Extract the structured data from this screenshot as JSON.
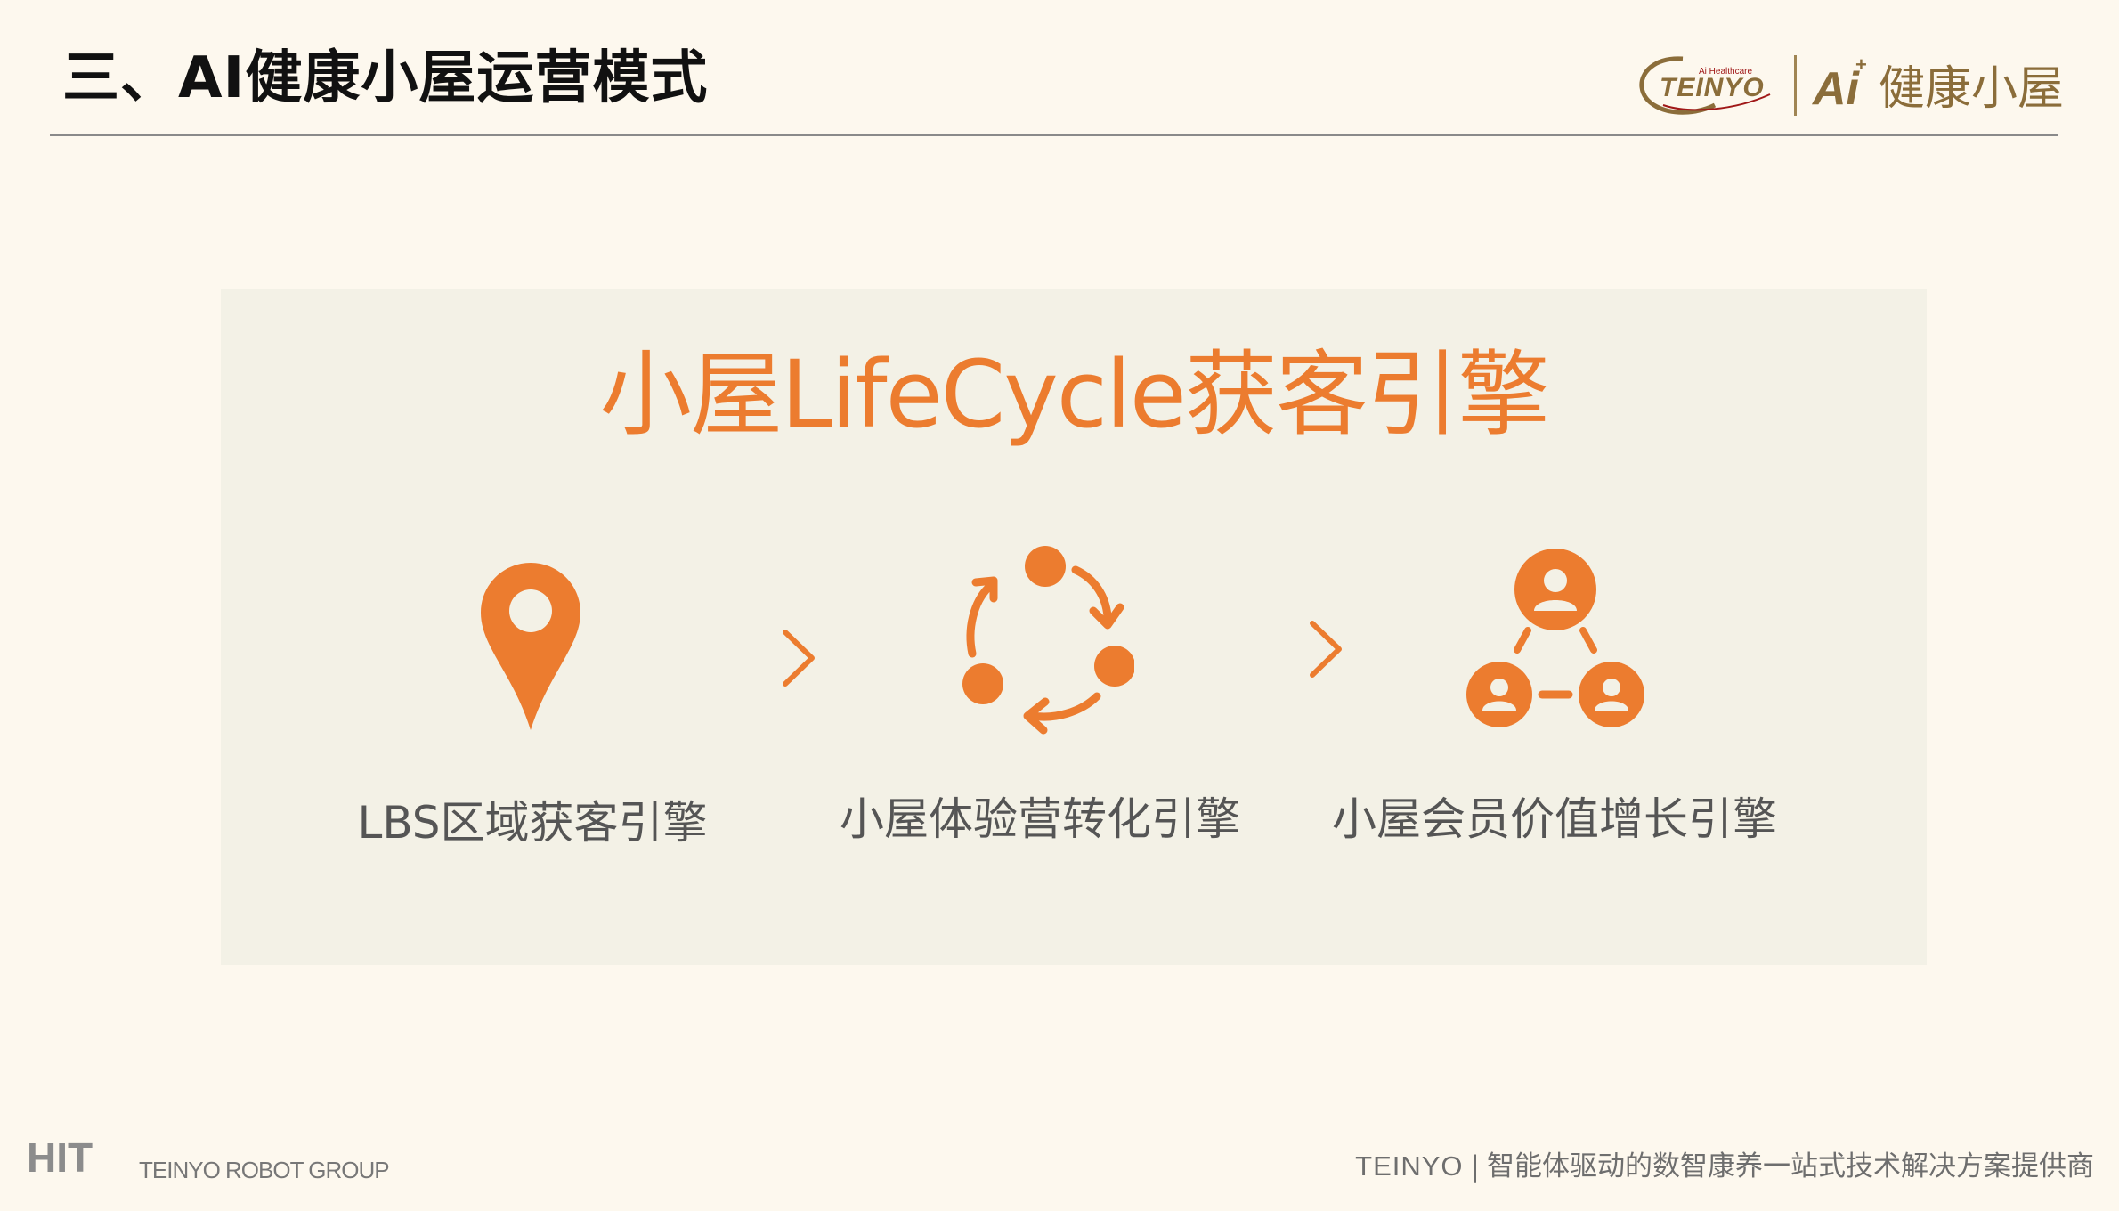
{
  "header": {
    "title": "三、AI健康小屋运营模式",
    "brand": {
      "logo_subtext": "Ai Healthcare",
      "logo_name": "TEINYO",
      "ai_mark": "Ai",
      "ai_plus": "+",
      "product_name": "健康小屋"
    }
  },
  "main": {
    "title": "小屋LifeCycle获客引擎",
    "engines": [
      {
        "label": "LBS区域获客引擎",
        "icon": "location-pin-icon"
      },
      {
        "label": "小屋体验营转化引擎",
        "icon": "cycle-arrows-icon"
      },
      {
        "label": "小屋会员价值增长引擎",
        "icon": "member-network-icon"
      }
    ],
    "connector_icon": "chevron-right-icon"
  },
  "footer": {
    "left_logo": "HIT",
    "left_group": "TEINYO ROBOT GROUP",
    "right_brand": "TEINYO",
    "right_separator": "|",
    "right_tagline": "智能体驱动的数智康养一站式技术解决方案提供商"
  },
  "colors": {
    "background": "#fdf8ee",
    "panel": "#f3f1e6",
    "accent": "#ec7c2f",
    "brand_gold": "#8b6d3a",
    "label_gray": "#555555"
  }
}
